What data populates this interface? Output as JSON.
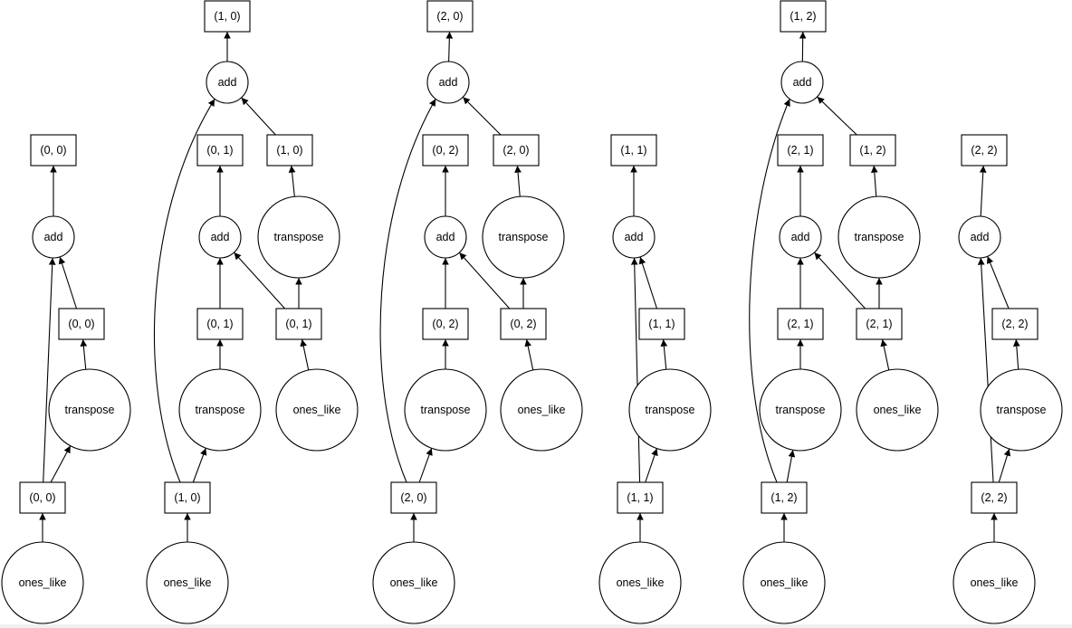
{
  "graph": {
    "nodes": [
      {
        "id": "a1",
        "label": "(0, 0)",
        "shape": "box"
      },
      {
        "id": "a2",
        "label": "add",
        "shape": "circle"
      },
      {
        "id": "a3",
        "label": "(0, 0)",
        "shape": "box"
      },
      {
        "id": "a4",
        "label": "transpose",
        "shape": "circle"
      },
      {
        "id": "a5",
        "label": "(0, 0)",
        "shape": "box"
      },
      {
        "id": "a6",
        "label": "ones_like",
        "shape": "circle"
      },
      {
        "id": "b1",
        "label": "(1, 0)",
        "shape": "box"
      },
      {
        "id": "b2",
        "label": "add",
        "shape": "circle"
      },
      {
        "id": "b3",
        "label": "(0, 1)",
        "shape": "box"
      },
      {
        "id": "b4",
        "label": "(1, 0)",
        "shape": "box"
      },
      {
        "id": "b5",
        "label": "add",
        "shape": "circle"
      },
      {
        "id": "b6",
        "label": "transpose",
        "shape": "circle"
      },
      {
        "id": "b7",
        "label": "(0, 1)",
        "shape": "box"
      },
      {
        "id": "b8",
        "label": "(0, 1)",
        "shape": "box"
      },
      {
        "id": "b9",
        "label": "transpose",
        "shape": "circle"
      },
      {
        "id": "b10",
        "label": "ones_like",
        "shape": "circle"
      },
      {
        "id": "b11",
        "label": "(1, 0)",
        "shape": "box"
      },
      {
        "id": "b12",
        "label": "ones_like",
        "shape": "circle"
      },
      {
        "id": "c1",
        "label": "(2, 0)",
        "shape": "box"
      },
      {
        "id": "c2",
        "label": "add",
        "shape": "circle"
      },
      {
        "id": "c3",
        "label": "(0, 2)",
        "shape": "box"
      },
      {
        "id": "c4",
        "label": "(2, 0)",
        "shape": "box"
      },
      {
        "id": "c5",
        "label": "add",
        "shape": "circle"
      },
      {
        "id": "c6",
        "label": "transpose",
        "shape": "circle"
      },
      {
        "id": "c7",
        "label": "(0, 2)",
        "shape": "box"
      },
      {
        "id": "c8",
        "label": "(0, 2)",
        "shape": "box"
      },
      {
        "id": "c9",
        "label": "transpose",
        "shape": "circle"
      },
      {
        "id": "c10",
        "label": "ones_like",
        "shape": "circle"
      },
      {
        "id": "c11",
        "label": "(2, 0)",
        "shape": "box"
      },
      {
        "id": "c12",
        "label": "ones_like",
        "shape": "circle"
      },
      {
        "id": "d1",
        "label": "(1, 1)",
        "shape": "box"
      },
      {
        "id": "d2",
        "label": "add",
        "shape": "circle"
      },
      {
        "id": "d3",
        "label": "(1, 1)",
        "shape": "box"
      },
      {
        "id": "d4",
        "label": "transpose",
        "shape": "circle"
      },
      {
        "id": "d5",
        "label": "(1, 1)",
        "shape": "box"
      },
      {
        "id": "d6",
        "label": "ones_like",
        "shape": "circle"
      },
      {
        "id": "e1",
        "label": "(1, 2)",
        "shape": "box"
      },
      {
        "id": "e2",
        "label": "add",
        "shape": "circle"
      },
      {
        "id": "e3",
        "label": "(2, 1)",
        "shape": "box"
      },
      {
        "id": "e4",
        "label": "(1, 2)",
        "shape": "box"
      },
      {
        "id": "e5",
        "label": "add",
        "shape": "circle"
      },
      {
        "id": "e6",
        "label": "transpose",
        "shape": "circle"
      },
      {
        "id": "e7",
        "label": "(2, 1)",
        "shape": "box"
      },
      {
        "id": "e8",
        "label": "(2, 1)",
        "shape": "box"
      },
      {
        "id": "e9",
        "label": "transpose",
        "shape": "circle"
      },
      {
        "id": "e10",
        "label": "ones_like",
        "shape": "circle"
      },
      {
        "id": "e11",
        "label": "(1, 2)",
        "shape": "box"
      },
      {
        "id": "e12",
        "label": "ones_like",
        "shape": "circle"
      },
      {
        "id": "f1",
        "label": "(2, 2)",
        "shape": "box"
      },
      {
        "id": "f2",
        "label": "add",
        "shape": "circle"
      },
      {
        "id": "f3",
        "label": "(2, 2)",
        "shape": "box"
      },
      {
        "id": "f4",
        "label": "transpose",
        "shape": "circle"
      },
      {
        "id": "f5",
        "label": "(2, 2)",
        "shape": "box"
      },
      {
        "id": "f6",
        "label": "ones_like",
        "shape": "circle"
      }
    ],
    "edges": [
      [
        "a2",
        "a1"
      ],
      [
        "a5",
        "a2"
      ],
      [
        "a3",
        "a2"
      ],
      [
        "a4",
        "a3"
      ],
      [
        "a5",
        "a4"
      ],
      [
        "a6",
        "a5"
      ],
      [
        "b2",
        "b1"
      ],
      [
        "b11",
        "b2"
      ],
      [
        "b4",
        "b2"
      ],
      [
        "b5",
        "b3"
      ],
      [
        "b6",
        "b4"
      ],
      [
        "b7",
        "b5"
      ],
      [
        "b8",
        "b5"
      ],
      [
        "b8",
        "b6"
      ],
      [
        "b9",
        "b7"
      ],
      [
        "b10",
        "b8"
      ],
      [
        "b11",
        "b9"
      ],
      [
        "b12",
        "b11"
      ],
      [
        "c2",
        "c1"
      ],
      [
        "c11",
        "c2"
      ],
      [
        "c4",
        "c2"
      ],
      [
        "c5",
        "c3"
      ],
      [
        "c6",
        "c4"
      ],
      [
        "c7",
        "c5"
      ],
      [
        "c8",
        "c5"
      ],
      [
        "c8",
        "c6"
      ],
      [
        "c9",
        "c7"
      ],
      [
        "c10",
        "c8"
      ],
      [
        "c11",
        "c9"
      ],
      [
        "c12",
        "c11"
      ],
      [
        "d2",
        "d1"
      ],
      [
        "d5",
        "d2"
      ],
      [
        "d3",
        "d2"
      ],
      [
        "d4",
        "d3"
      ],
      [
        "d5",
        "d4"
      ],
      [
        "d6",
        "d5"
      ],
      [
        "e2",
        "e1"
      ],
      [
        "e11",
        "e2"
      ],
      [
        "e4",
        "e2"
      ],
      [
        "e5",
        "e3"
      ],
      [
        "e6",
        "e4"
      ],
      [
        "e7",
        "e5"
      ],
      [
        "e8",
        "e5"
      ],
      [
        "e8",
        "e6"
      ],
      [
        "e9",
        "e7"
      ],
      [
        "e10",
        "e8"
      ],
      [
        "e11",
        "e9"
      ],
      [
        "e12",
        "e11"
      ],
      [
        "f2",
        "f1"
      ],
      [
        "f5",
        "f2"
      ],
      [
        "f3",
        "f2"
      ],
      [
        "f4",
        "f3"
      ],
      [
        "f5",
        "f4"
      ],
      [
        "f6",
        "f5"
      ]
    ]
  }
}
